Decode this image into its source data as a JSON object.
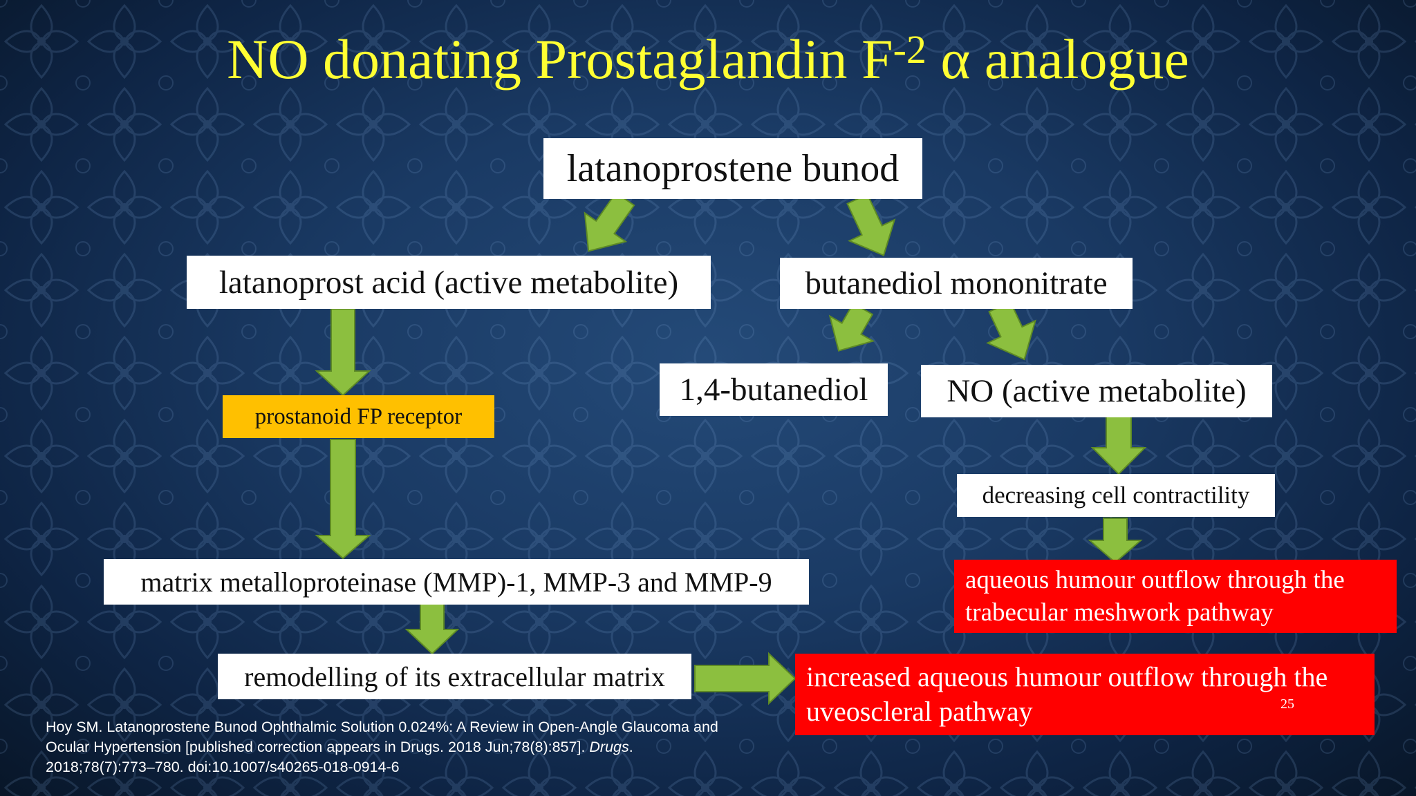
{
  "slide": {
    "title_main": "NO donating Prostaglandin F",
    "title_sup": "-2",
    "title_end": " α analogue",
    "page_number": "25"
  },
  "nodes": {
    "root": "latanoprostene bunod",
    "latanoprost_acid": "latanoprost acid (active metabolite)",
    "butanediol_mononitrate": "butanediol mononitrate",
    "butanediol": "1,4-butanediol",
    "no_metabolite": "NO (active metabolite)",
    "fp_receptor": "prostanoid FP receptor",
    "cell_contractility": "decreasing cell contractility",
    "mmp": "matrix metalloproteinase (MMP)-1, MMP-3 and MMP-9",
    "trabecular_outflow": "aqueous humour outflow through the trabecular meshwork pathway",
    "remodelling": "remodelling of its extracellular matrix",
    "uveoscleral_outflow": "increased aqueous humour outflow through the uveoscleral pathway"
  },
  "reference": {
    "text_before": "Hoy SM. Latanoprostene Bunod Ophthalmic Solution 0.024%: A Review in Open-Angle Glaucoma and Ocular Hypertension [published correction appears in Drugs. 2018 Jun;78(8):857]. ",
    "journal": "Drugs",
    "text_after": ". 2018;78(7):773–780. doi:10.1007/s40265-018-0914-6"
  },
  "colors": {
    "title": "#ffff33",
    "arrow_fill": "#8cbf3f",
    "arrow_stroke": "#5e8a25",
    "receptor_box": "#ffc000",
    "outcome_box": "#ff0000"
  }
}
